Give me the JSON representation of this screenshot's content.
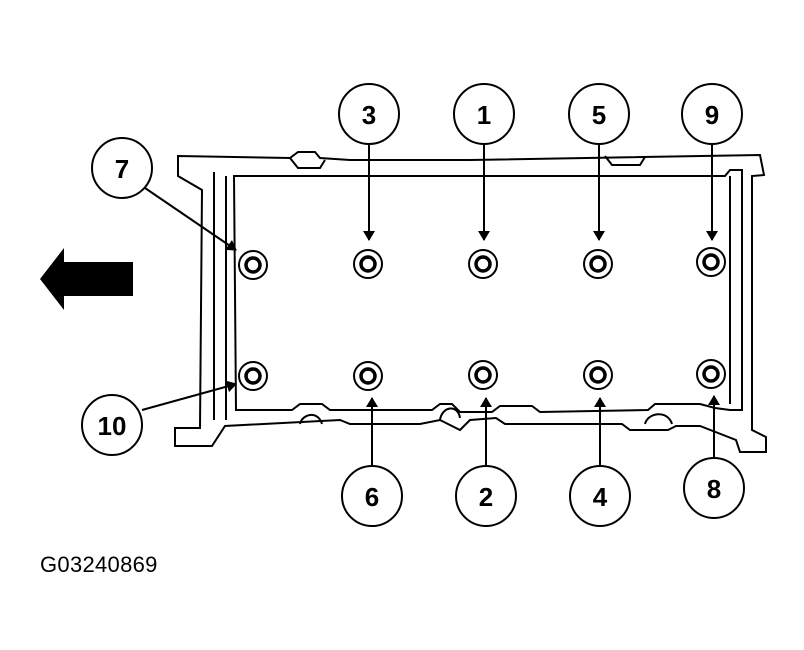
{
  "figure_id": "G03240869",
  "callouts": {
    "c1": "1",
    "c2": "2",
    "c3": "3",
    "c4": "4",
    "c5": "5",
    "c6": "6",
    "c7": "7",
    "c8": "8",
    "c9": "9",
    "c10": "10"
  },
  "icons": {
    "direction_arrow": "arrow-left-icon",
    "bolt": "bolt-icon"
  },
  "colors": {
    "ink": "#000000",
    "background": "#ffffff"
  }
}
